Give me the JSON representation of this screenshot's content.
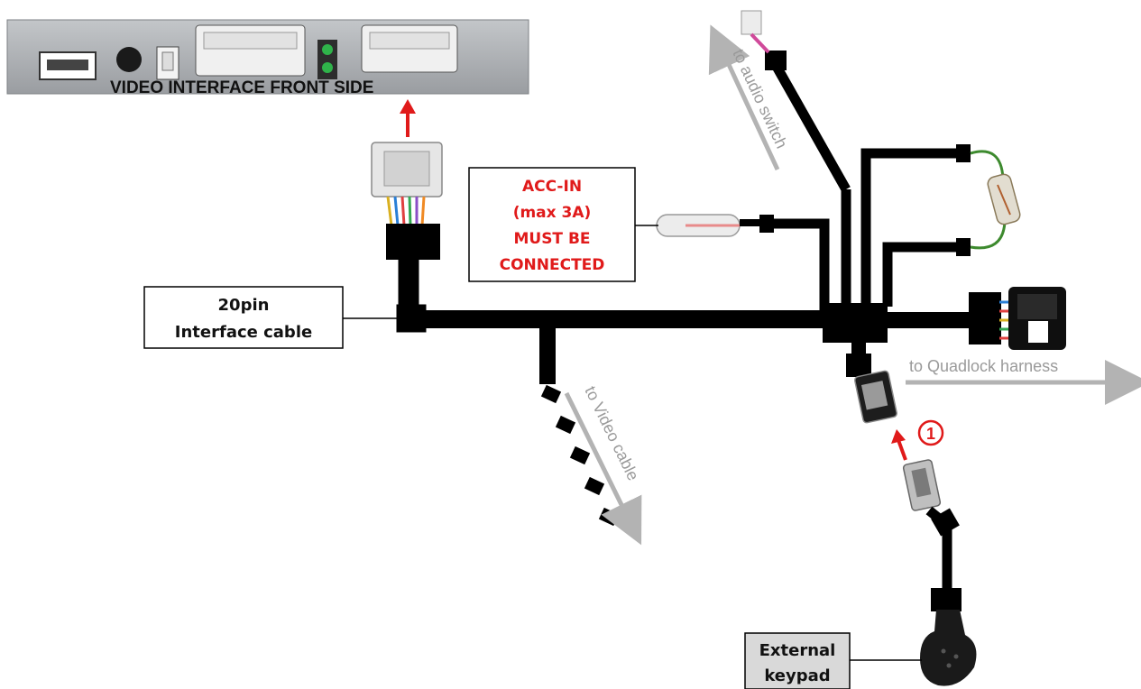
{
  "device": {
    "label": "VIDEO INTERFACE  FRONT SIDE"
  },
  "labels": {
    "interface_cable_line1": "20pin",
    "interface_cable_line2": "Interface cable",
    "acc_line1": "ACC-IN",
    "acc_line2": "(max 3A)",
    "acc_line3": "MUST BE",
    "acc_line4": "CONNECTED",
    "keypad_line1": "External",
    "keypad_line2": "keypad",
    "step_number": "1"
  },
  "arrows": {
    "audio_switch": "to audio switch",
    "video_cable": "to Video cable",
    "quadlock": "to Quadlock harness"
  },
  "colors": {
    "cable": "#000000",
    "warning_text": "#e01a1a",
    "arrow_grey": "#b3b3b3",
    "device_body": "#a9acb0",
    "connector_white": "#e6e6e6",
    "fuse_wire": "#3d8a2e"
  }
}
